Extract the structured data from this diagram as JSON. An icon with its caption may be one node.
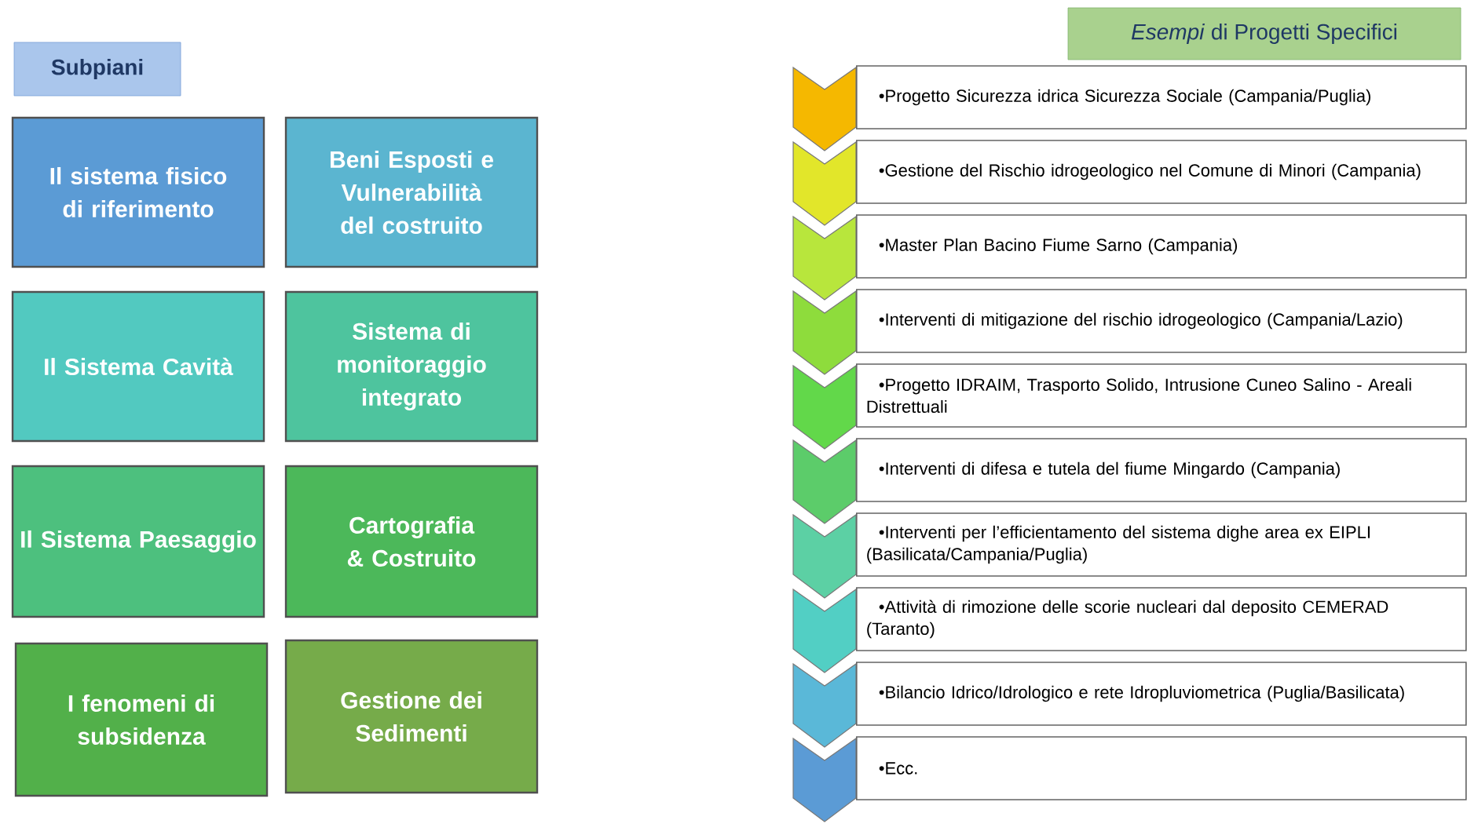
{
  "diagram": {
    "nodes": [
      {
        "text": [
          "Subpiani"
        ]
      },
      {
        "text": [
          "Il sistema fisico di riferimento"
        ]
      },
      {
        "text": [
          "Beni Esposti e Vulnerabilità del costruito"
        ]
      },
      {
        "text": [
          "Il Sistema Cavità"
        ]
      },
      {
        "text": [
          "Sistema di monitoraggio integrato"
        ]
      },
      {
        "text": [
          "Il Sistema Paesaggio"
        ]
      },
      {
        "text": [
          "Cartografia & Costruito"
        ]
      },
      {
        "text": [
          "I fenomeni di subsidenza"
        ]
      },
      {
        "text": [
          "Gestione dei Sedimenti"
        ]
      },
      {
        "text": [
          "*Esempi* di Progetti Specifici"
        ]
      },
      {
        "text": [
          "•Progetto Sicurezza idrica Sicurezza Sociale (Campania/Puglia)"
        ]
      },
      {
        "text": [
          "•Gestione del Rischio idrogeologico nel Comune di Minori (Campania)"
        ]
      },
      {
        "text": [
          "•Master  Plan Bacino Fiume Sarno (Campania)"
        ]
      },
      {
        "text": [
          "•Interventi di mitigazione del rischio idrogeologico (Campania/Lazio)"
        ]
      },
      {
        "text": [
          "•Progetto IDRAIM, Trasporto Solido, Intrusione Cuneo Salino - Areali Distrettuali"
        ]
      },
      {
        "text": [
          "•Interventi di difesa e tutela del fiume Mingardo (Campania)"
        ]
      },
      {
        "text": [
          "•Interventi per l’efficientamento del sistema dighe area ex EIPLI (Basilicata/Campania/Puglia)"
        ]
      },
      {
        "text": [
          "•Attività di rimozione delle scorie nucleari dal deposito CEMERAD (Taranto)"
        ]
      },
      {
        "text": [
          "•Bilancio Idrico/Idrologico e rete Idropluviometrica (Puglia/Basilicata)"
        ]
      },
      {
        "text": [
          "•Ecc."
        ]
      }
    ]
  }
}
